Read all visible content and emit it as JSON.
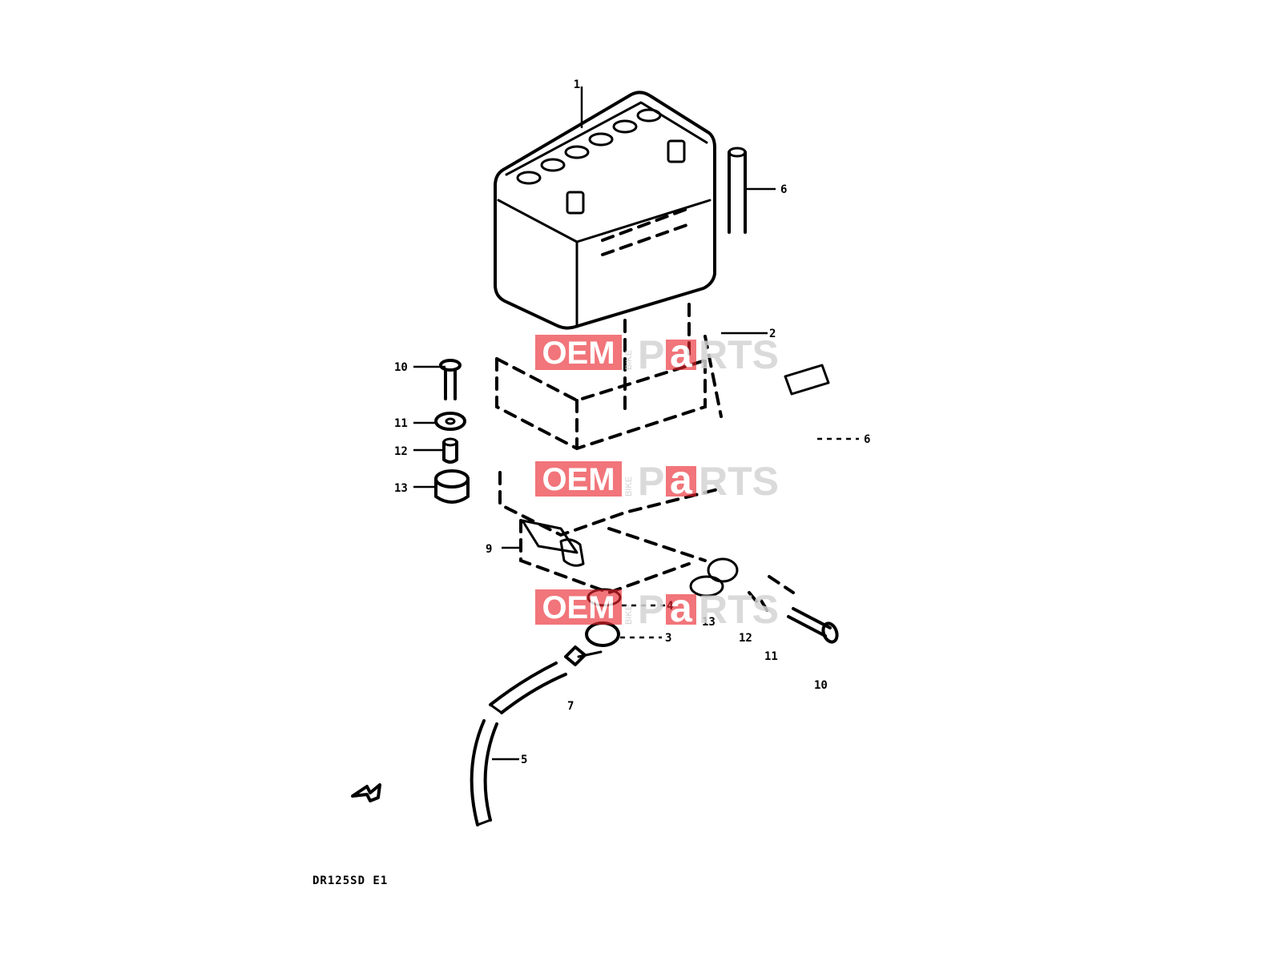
{
  "diagram": {
    "model_code": "DR125SD E1",
    "callouts": {
      "battery": "1",
      "battery_case": "2",
      "grommet": "3",
      "cushion": "4",
      "breather_hose": "5",
      "vent_pipe_top": "6",
      "vent_pipe_side": "6",
      "hose_joint": "7",
      "bracket": "9",
      "bolt_left": "10",
      "washer_left": "11",
      "collar_left": "12",
      "cushion_left": "13",
      "bolt_right": "10",
      "washer_right": "11",
      "collar_right": "12",
      "cushion_right": "13"
    }
  },
  "watermark": {
    "oem": "OEM",
    "bike": "BIKE",
    "parts_p": "P",
    "parts_a": "a",
    "parts_rts": "RTS",
    "colors": {
      "red": "#e8262d",
      "gray": "#d4d4d4"
    }
  },
  "icons": [
    "front-arrow-icon"
  ]
}
